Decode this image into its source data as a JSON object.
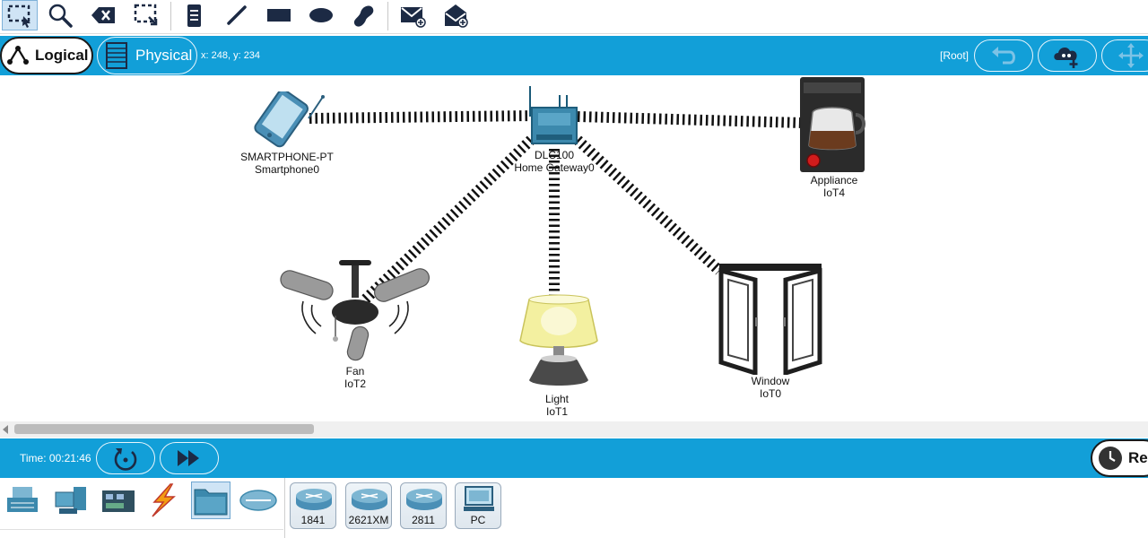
{
  "toolbar": {
    "tools": [
      {
        "name": "select-icon",
        "active": true
      },
      {
        "name": "inspect-icon"
      },
      {
        "name": "delete-icon"
      },
      {
        "name": "resize-icon"
      },
      {
        "name": "note-icon"
      },
      {
        "name": "draw-line-icon"
      },
      {
        "name": "rectangle-icon"
      },
      {
        "name": "ellipse-icon"
      },
      {
        "name": "freeform-icon"
      },
      {
        "name": "simple-pdu-icon"
      },
      {
        "name": "complex-pdu-icon"
      }
    ]
  },
  "workspace": {
    "logical_label": "Logical",
    "physical_label": "Physical",
    "coordinates": "x: 248, y: 234",
    "root_label": "[Root]",
    "buttons": [
      "back-icon",
      "new-cluster-icon",
      "move-object-icon"
    ]
  },
  "devices": {
    "smartphone": {
      "model": "SMARTPHONE-PT",
      "name": "Smartphone0"
    },
    "gateway": {
      "model": "DLC100",
      "name": "Home Gateway0"
    },
    "appliance": {
      "model": "Appliance",
      "name": "IoT4"
    },
    "fan": {
      "model": "Fan",
      "name": "IoT2"
    },
    "light": {
      "model": "Light",
      "name": "IoT1"
    },
    "window": {
      "model": "Window",
      "name": "IoT0"
    }
  },
  "status": {
    "time": "Time: 00:21:46",
    "realtime_label": "Re"
  },
  "bottom_panel": {
    "categories": [
      "network-devices-icon",
      "end-devices-icon",
      "components-icon",
      "connections-icon",
      "miscellaneous-icon",
      "multiuser-icon"
    ],
    "active_category": 4,
    "models": [
      "1841",
      "2621XM",
      "2811",
      "PC"
    ]
  },
  "colors": {
    "accent": "#129fd8",
    "active_tool": "#cfe4f5"
  }
}
